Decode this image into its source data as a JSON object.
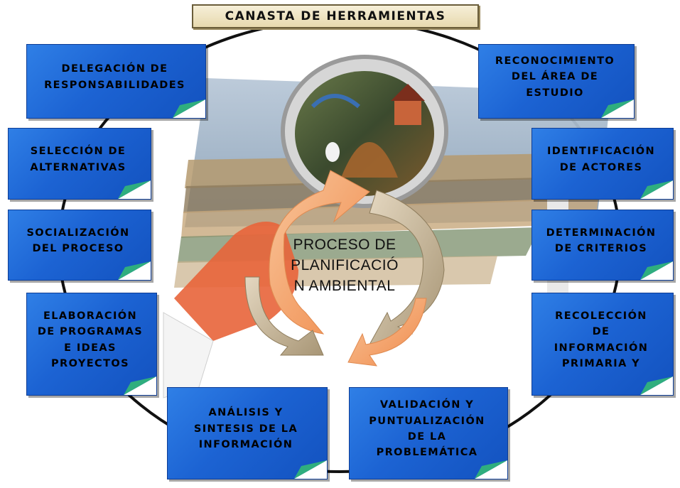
{
  "title": "CANASTA DE HERRAMIENTAS",
  "center": "PROCESO DE\nPLANIFICACIÓ\nN AMBIENTAL",
  "boxes": {
    "b1": "DELEGACIÓN DE\nRESPONSABILIDADES",
    "b2": "SELECCIÓN DE\nALTERNATIVAS",
    "b3": "SOCIALIZACIÓN\nDEL PROCESO",
    "b4": "ELABORACIÓN\nDE PROGRAMAS\nE IDEAS\nPROYECTOS",
    "b5": "ANÁLISIS Y\nSINTESIS DE LA\nINFORMACIÓN",
    "b6": "VALIDACIÓN Y\nPUNTUALIZACIÓN\nDE LA\nPROBLEMÁTICA",
    "b7": "RECOLECCIÓN\nDE\nINFORMACIÓN\nPRIMARIA Y",
    "b8": "DETERMINACIÓN\nDE CRITERIOS",
    "b9": "IDENTIFICACIÓN\nDE ACTORES",
    "b10": "RECONOCIMIENTO\nDEL ÁREA DE\nESTUDIO"
  },
  "colors": {
    "box_blue": "#1c63d3",
    "fold_green": "#2fae7e",
    "arrow_orange": "#f5a66b",
    "arrow_tan": "#c8b79a"
  }
}
